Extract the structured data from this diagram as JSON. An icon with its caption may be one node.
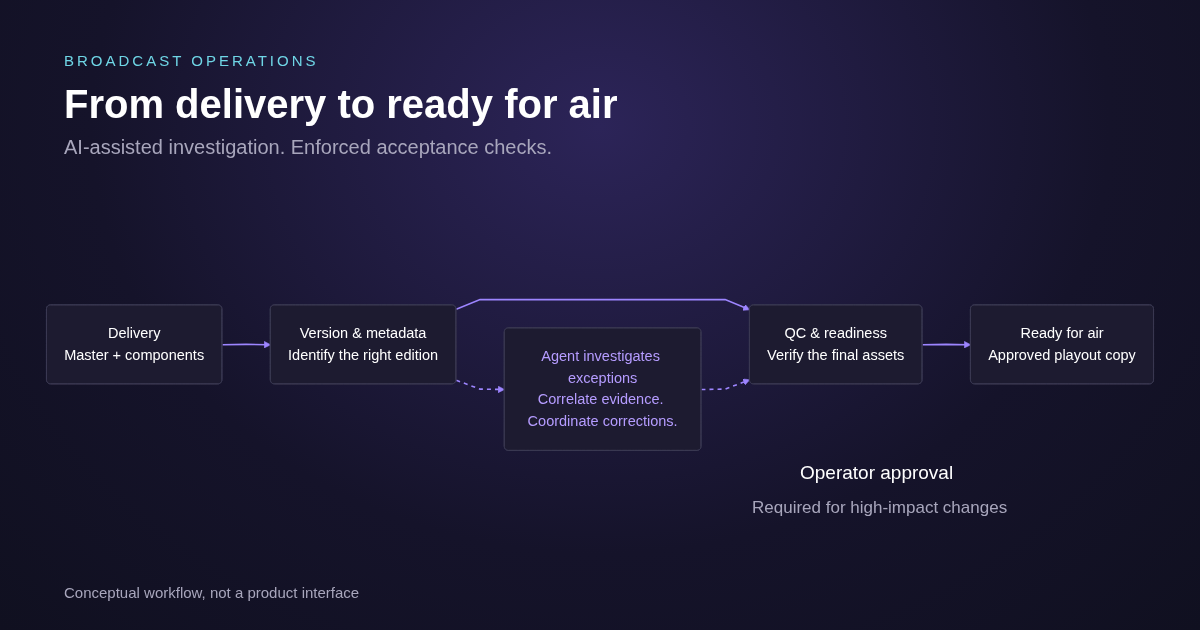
{
  "diagram": {
    "title": "From delivery to ready for air",
    "caption": "Conceptual workflow, not a product interface",
    "nodes": [
      {
        "text": [
          "Delivery",
          "Master + components"
        ]
      },
      {
        "text": [
          "Version & metadata",
          "Identify the right edition"
        ]
      },
      {
        "text": [
          "QC & readiness",
          "Verify the final assets"
        ]
      },
      {
        "text": [
          "Ready for air",
          "Approved playout copy"
        ]
      },
      {
        "text": [
          "Agent investigates exceptions",
          "Correlate evidence. Coordinate corrections."
        ]
      }
    ],
    "edges": [
      {
        "from": 0,
        "to": 1,
        "arrow": "to"
      },
      {
        "from": 1,
        "to": 2,
        "arrow": "to"
      },
      {
        "from": 2,
        "to": 3,
        "arrow": "to"
      },
      {
        "from": 1,
        "to": 4,
        "arrow": "to",
        "style": "dashed"
      },
      {
        "from": 4,
        "to": 2,
        "arrow": "to",
        "style": "dashed"
      }
    ],
    "labels": [
      "BROADCAST OPERATIONS",
      "AI-assisted investigation. Enforced acceptance checks.",
      "Operator approval",
      "Required for high-impact changes"
    ]
  }
}
